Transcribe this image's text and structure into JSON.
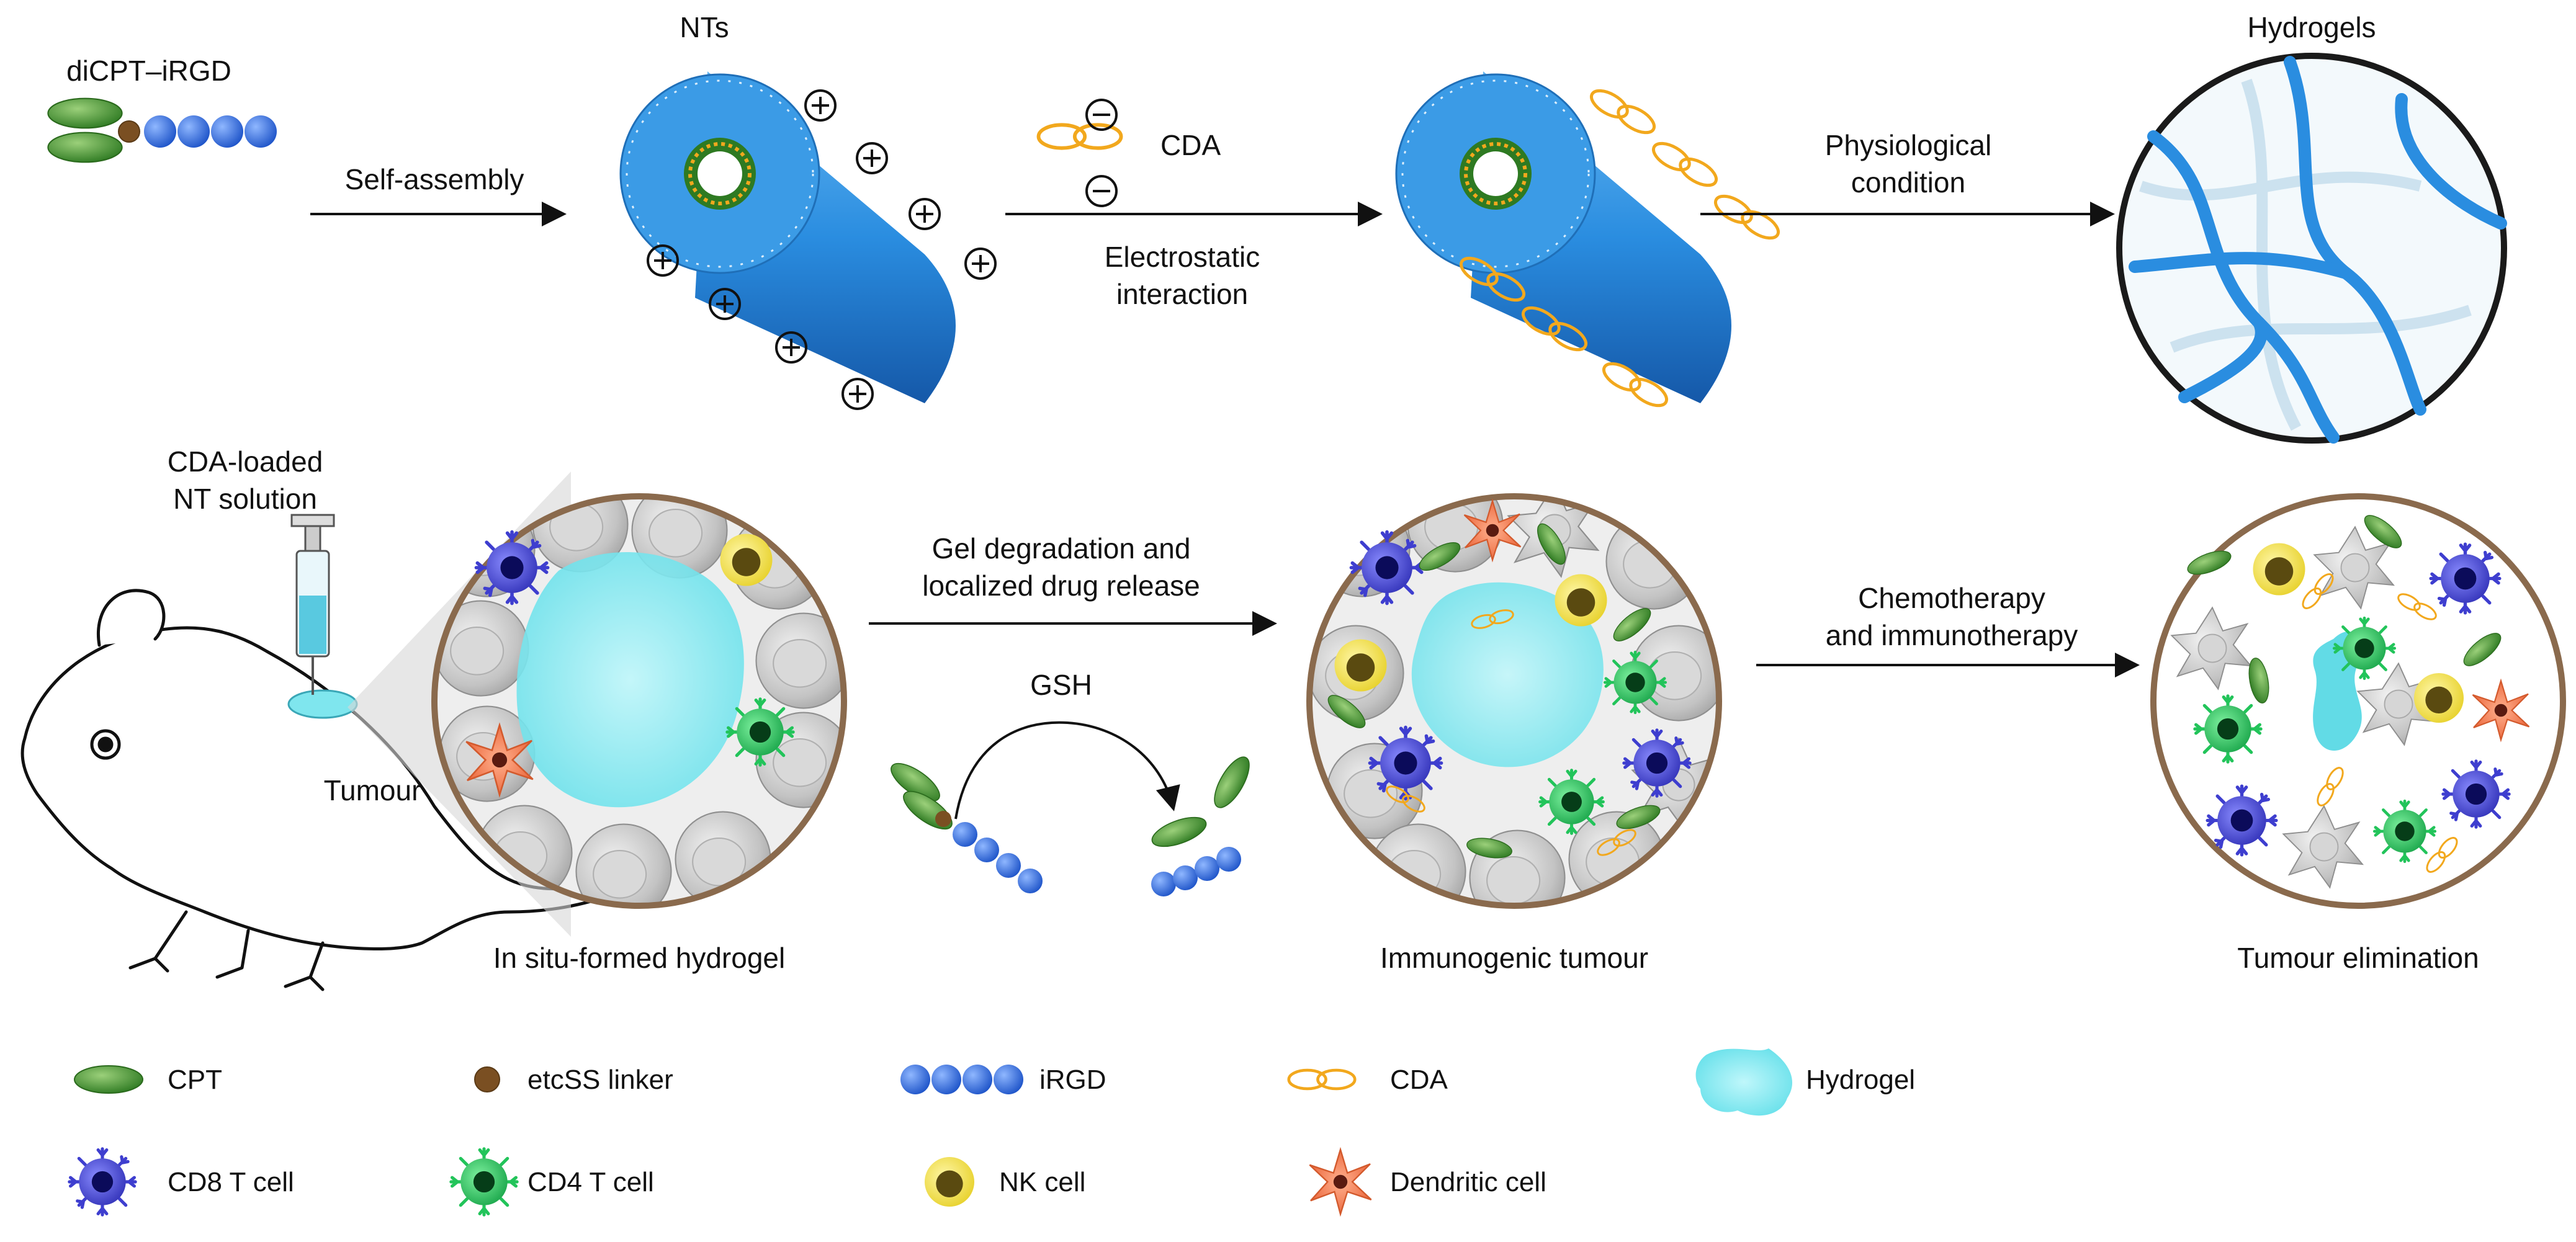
{
  "labels": {
    "nts": "NTs",
    "hydrogels": "Hydrogels",
    "dicpt_irgd": "diCPT–iRGD",
    "self_assembly": "Self-assembly",
    "cda": "CDA",
    "electrostatic_line1": "Electrostatic",
    "electrostatic_line2": "interaction",
    "physiological_line1": "Physiological",
    "physiological_line2": "condition",
    "cda_loaded_line1": "CDA-loaded",
    "cda_loaded_line2": "NT solution",
    "tumour": "Tumour",
    "in_situ_hydrogel": "In situ-formed hydrogel",
    "gel_degradation_line1": "Gel degradation and",
    "gel_degradation_line2": "localized drug release",
    "gsh": "GSH",
    "immunogenic_tumour": "Immunogenic tumour",
    "chemo_line1": "Chemotherapy",
    "chemo_line2": "and immunotherapy",
    "tumour_elimination": "Tumour elimination"
  },
  "legend": {
    "cpt": "CPT",
    "linker": "etcSS linker",
    "irgd": "iRGD",
    "cda": "CDA",
    "hydrogel": "Hydrogel",
    "cd8": "CD8 T cell",
    "cd4": "CD4 T cell",
    "nk": "NK cell",
    "dendritic": "Dendritic cell"
  },
  "colors": {
    "cpt_green": "#3f8a2e",
    "irgd_blue": "#1f5fd6",
    "nanotube_blue": "#2a8de0",
    "cda_orange": "#f2a81d",
    "hydrogel_cyan": "#7fe6ee",
    "cd8_purple": "#3e3ecf",
    "cd4_green": "#22c45a",
    "nk_yellow": "#f4e34a",
    "dendritic_orange": "#f07a4e",
    "tumour_border_brown": "#8a6a4d",
    "tumour_cell_gray": "#c8c8c8"
  }
}
